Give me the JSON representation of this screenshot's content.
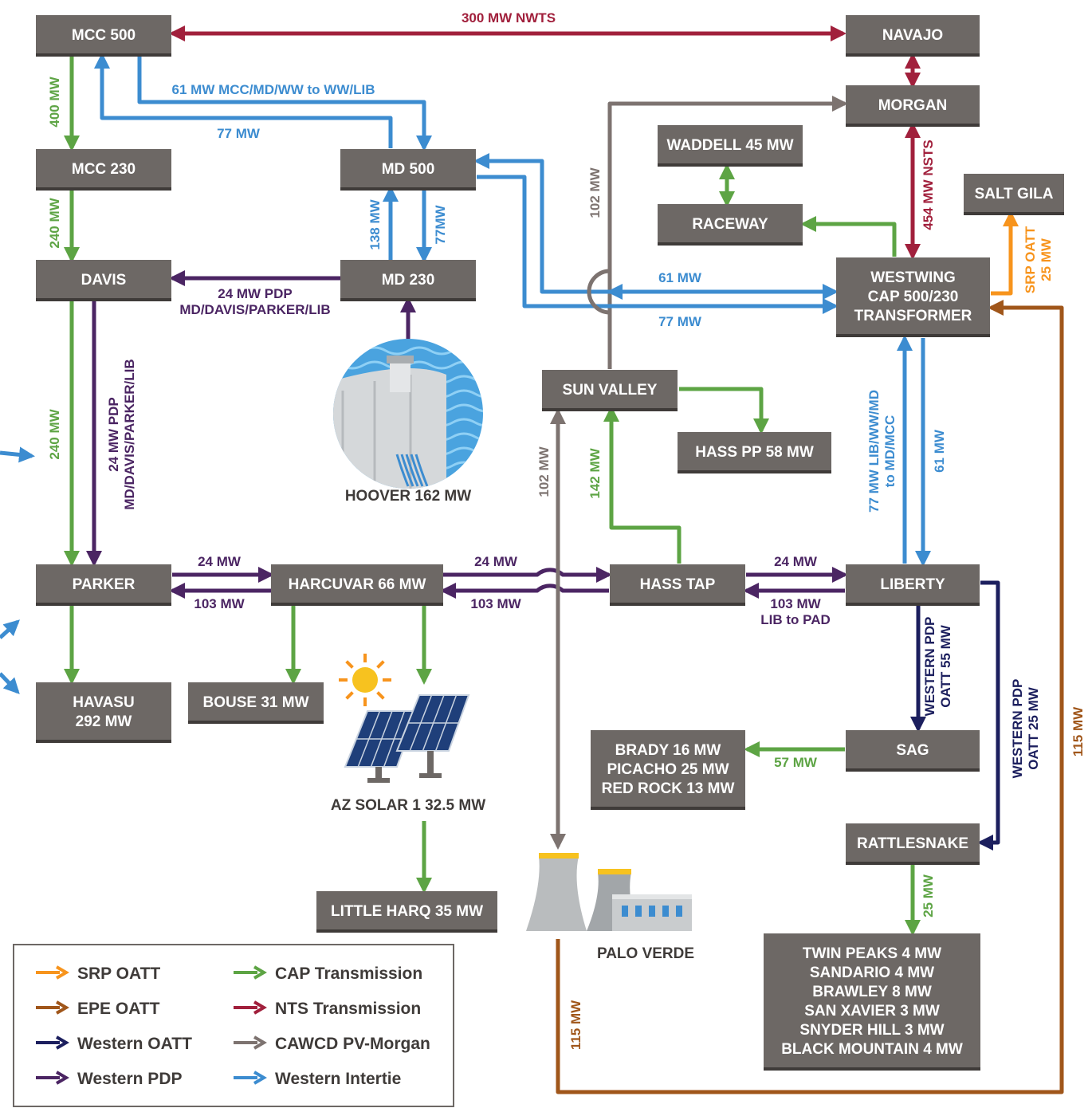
{
  "colors": {
    "srp_oatt": "#f7941d",
    "epe_oatt": "#a0561a",
    "western_oatt": "#1c1f5e",
    "western_pdp": "#4b2563",
    "cap": "#5da444",
    "nts": "#a1203c",
    "cawcd": "#7d7370",
    "western_intertie": "#3c8cd0",
    "node": "#6d6865"
  },
  "nodes": {
    "mcc500": "MCC 500",
    "navajo": "NAVAJO",
    "morgan": "MORGAN",
    "mcc230": "MCC 230",
    "md500": "MD 500",
    "waddell": "WADDELL 45 MW",
    "raceway": "RACEWAY",
    "salt_gila": "SALT GILA",
    "davis": "DAVIS",
    "md230": "MD 230",
    "westwing": [
      "WESTWING",
      "CAP 500/230",
      "TRANSFORMER"
    ],
    "sun_valley": "SUN VALLEY",
    "hass_pp": "HASS PP 58 MW",
    "parker": "PARKER",
    "harcuvar": "HARCUVAR 66 MW",
    "hass_tap": "HASS TAP",
    "liberty": "LIBERTY",
    "havasu": [
      "HAVASU",
      "292 MW"
    ],
    "bouse": "BOUSE 31 MW",
    "sag": "SAG",
    "brady": [
      "BRADY 16 MW",
      "PICACHO 25 MW",
      "RED ROCK 13 MW"
    ],
    "rattlesnake": "RATTLESNAKE",
    "little_harq": "LITTLE HARQ 35 MW",
    "twin_peaks": [
      "TWIN PEAKS 4 MW",
      "SANDARIO 4 MW",
      "BRAWLEY 8 MW",
      "SAN XAVIER 3 MW",
      "SNYDER HILL 3 MW",
      "BLACK MOUNTAIN 4 MW"
    ]
  },
  "captions": {
    "hoover": "HOOVER 162 MW",
    "az_solar": "AZ SOLAR 1 32.5 MW",
    "palo_verde": "PALO VERDE"
  },
  "edges": {
    "mcc500_navajo": "300 MW NWTS",
    "mcc500_mcc230": "400 MW",
    "mcc500_md500": "61 MW MCC/MD/WW to WW/LIB",
    "md500_mcc500": "77 MW",
    "mcc230_davis": "240 MW",
    "md230_md500": "138 MW",
    "md500_md230": "77MW",
    "md230_davis": [
      "24 MW PDP",
      "MD/DAVIS/PARKER/LIB"
    ],
    "davis_parker_cap": "240 MW",
    "davis_parker_pdp": [
      "24 MW PDP",
      "MD/DAVIS/PARKER/LIB"
    ],
    "cawcd_morgan": "102 MW",
    "morgan_westwing": "454 MW NSTS",
    "srp": [
      "SRP OATT",
      "25 MW"
    ],
    "intertie_61": "61 MW",
    "intertie_77": "77 MW",
    "liberty_westwing": [
      "77 MW LIB/WW/MD",
      "to MD/MCC"
    ],
    "westwing_liberty": "61 MW",
    "pv_sunvalley": "102 MW",
    "hasstap_sunvalley": "142 MW",
    "parker_harcuvar": "24 MW",
    "harcuvar_parker": "103 MW",
    "harcuvar_hasstap": "24 MW",
    "hasstap_harcuvar": "103 MW",
    "hasstap_liberty": "24 MW",
    "liberty_hasstap": [
      "103 MW",
      "LIB to PAD"
    ],
    "liberty_sag": [
      "WESTERN PDP",
      "OATT 55 MW"
    ],
    "liberty_rattlesnake": [
      "WESTERN PDP",
      "OATT 25 MW"
    ],
    "sag_brady": "57 MW",
    "rattlesnake_twin": "25 MW",
    "epe_right": "115 MW",
    "epe_left": "115 MW"
  },
  "legend": [
    {
      "label": "SRP OATT",
      "color": "#f7941d"
    },
    {
      "label": "CAP Transmission",
      "color": "#5da444"
    },
    {
      "label": "EPE OATT",
      "color": "#a0561a"
    },
    {
      "label": "NTS Transmission",
      "color": "#a1203c"
    },
    {
      "label": "Western OATT",
      "color": "#1c1f5e"
    },
    {
      "label": "CAWCD PV-Morgan",
      "color": "#7d7370"
    },
    {
      "label": "Western PDP",
      "color": "#4b2563"
    },
    {
      "label": "Western Intertie",
      "color": "#3c8cd0"
    }
  ]
}
